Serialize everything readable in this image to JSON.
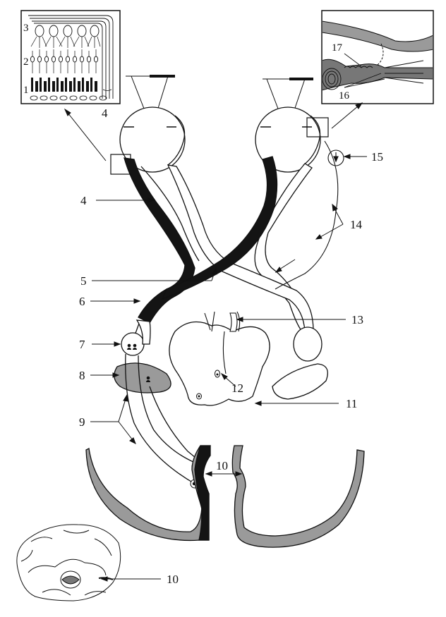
{
  "figure": {
    "background": "#ffffff",
    "ink_color": "#111111",
    "tract_fill_dark": "#141414",
    "cortex_gray": "#9a9a9a"
  },
  "callouts": {
    "l1": "1",
    "l2": "2",
    "l3": "3",
    "l4_inset": "4",
    "l4": "4",
    "l5": "5",
    "l6": "6",
    "l7": "7",
    "l8": "8",
    "l9": "9",
    "l10_mid": "10",
    "l10_brain": "10",
    "l11": "11",
    "l12": "12",
    "l13": "13",
    "l14": "14",
    "l15": "15",
    "l16": "16",
    "l17": "17"
  },
  "icons": [
    "retina-inset-icon",
    "eye-cross-section-icon",
    "optic-chiasm-icon",
    "thalamus-icon",
    "visual-cortex-icon",
    "medial-brain-icon"
  ]
}
